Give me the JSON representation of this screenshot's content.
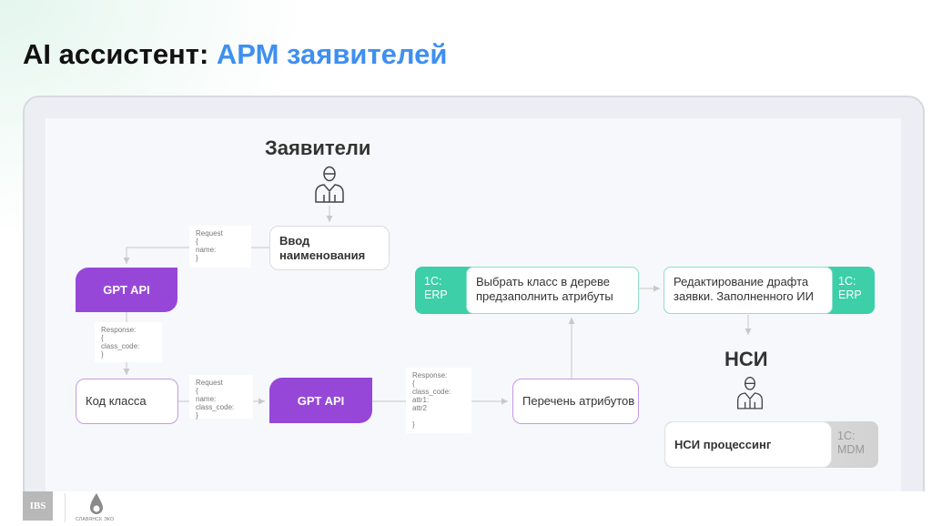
{
  "title": {
    "prefix": "AI ассистент:",
    "accent": "АРМ заявителей"
  },
  "diagram": {
    "applicants_heading": "Заявители",
    "nsi_heading": "НСИ",
    "input_name_box": "Ввод наименования",
    "request_note_1": "Request\n{\nname:\n}",
    "gpt_api_1": "GPT API",
    "response_note_1": "Response:\n{\nclass_code:\n}",
    "class_code_box": "Код класса",
    "request_note_2": "Request\n{\nname:\nclass_code:\n}",
    "gpt_api_2": "GPT API",
    "response_note_2": "Response:\n{\nclass_code:\nattr1:\nattr2\n\n}",
    "attributes_box": "Перечень атрибутов",
    "erp_label_1": "1С:\nERP",
    "select_class_box": "Выбрать класс в дереве предзаполнить атрибуты",
    "edit_draft_box": "Редактирование драфта заявки. Заполненного ИИ",
    "erp_label_2": "1С:\nERP",
    "nsi_processing_box": "НСИ процессинг",
    "mdm_label": "1С:\nMDM"
  },
  "footer": {
    "logo_ibs": "IBS",
    "logo_partner": "СЛАВЯНСК ЭКО"
  },
  "colors": {
    "accent": "#3f8ff0",
    "purple": "#9747d8",
    "green": "#3ccfa8"
  }
}
